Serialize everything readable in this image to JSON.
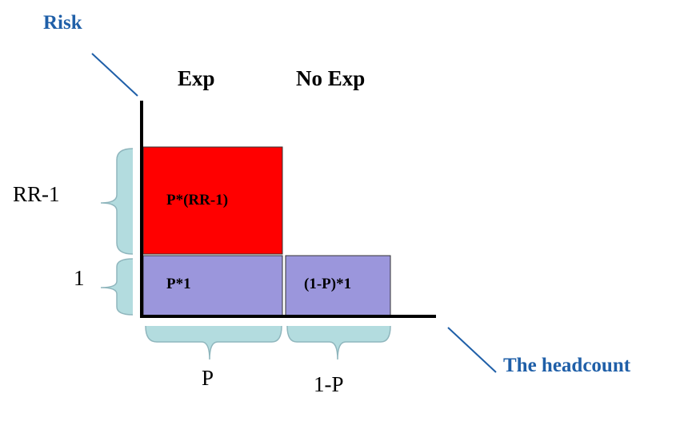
{
  "axes": {
    "y_label": "Risk",
    "x_label": "The headcount"
  },
  "columns": {
    "exposed": "Exp",
    "unexposed": "No Exp"
  },
  "levels": {
    "excess": "RR-1",
    "baseline": "1"
  },
  "widths": {
    "exposed": "P",
    "unexposed": "1-P"
  },
  "boxes": {
    "exposed_excess": "P*(RR-1)",
    "exposed_baseline": "P*1",
    "unexposed_baseline": "(1-P)*1"
  },
  "colors": {
    "excess_fill": "#ff0000",
    "baseline_fill": "#9b96dc",
    "brace_fill": "#b3dcdf",
    "label_blue": "#1f5fa8",
    "axis": "#000000"
  }
}
